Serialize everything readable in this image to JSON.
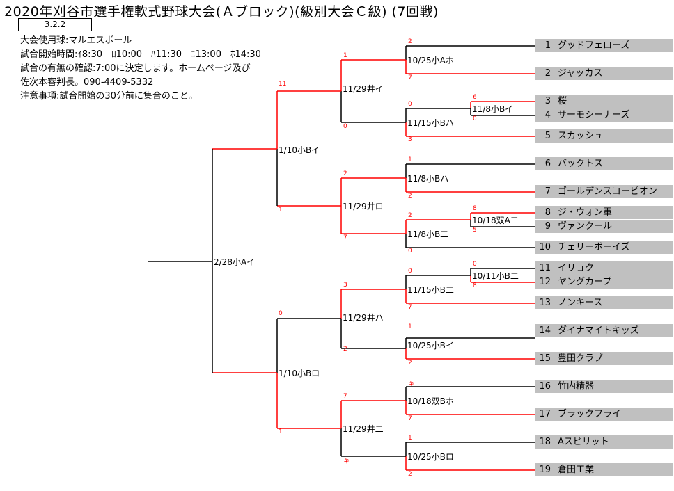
{
  "header": {
    "title": "2020年刈谷市選手権軟式野球大会(Ａブロック)(級別大会Ｃ級) (7回戦)",
    "date": "3.2.2",
    "lines": [
      "大会使用球:マルエスボール",
      "試合開始時間:ｲ8:30　ﾛ10:00　ﾊ11:30　ﾆ13:00　ﾎ14:30",
      "試合の有無の確認:7:00に決定します。ホームページ及び",
      "佐次本審判長。090-4409-5332",
      "注意事項:試合開始の30分前に集合のこと。"
    ]
  },
  "teams": [
    {
      "num": "1",
      "name": "グッドフェローズ"
    },
    {
      "num": "2",
      "name": "ジャッカス"
    },
    {
      "num": "3",
      "name": "桜"
    },
    {
      "num": "4",
      "name": "サーモシーナーズ"
    },
    {
      "num": "5",
      "name": "スカッシュ"
    },
    {
      "num": "6",
      "name": "バックトス"
    },
    {
      "num": "7",
      "name": "ゴールデンスコーピオン"
    },
    {
      "num": "8",
      "name": "ジ・ウォン軍"
    },
    {
      "num": "9",
      "name": "ヴァンクール"
    },
    {
      "num": "10",
      "name": "チェリーボーイズ"
    },
    {
      "num": "11",
      "name": "イリョク"
    },
    {
      "num": "12",
      "name": "ヤングカープ"
    },
    {
      "num": "13",
      "name": "ノンキース"
    },
    {
      "num": "14",
      "name": "ダイナマイトキッズ"
    },
    {
      "num": "15",
      "name": "豊田クラブ"
    },
    {
      "num": "16",
      "name": "竹内精器"
    },
    {
      "num": "17",
      "name": "ブラックフライ"
    },
    {
      "num": "18",
      "name": "Aスピリット"
    },
    {
      "num": "19",
      "name": "倉田工業"
    }
  ],
  "matches": {
    "m1": "10/25小Aホ",
    "m2": "11/8小Bイ",
    "m3": "11/15小Bハ",
    "m4": "11/8小Bハ",
    "m5": "10/18双A二",
    "m6": "11/8小B二",
    "m7": "10/11小B二",
    "m8": "11/15小B二",
    "m9": "10/25小Bイ",
    "m10": "10/18双Bホ",
    "m11": "10/25小Bロ",
    "q1": "11/29井イ",
    "q2": "11/29井ロ",
    "q3": "11/29井ハ",
    "q4": "11/29井二",
    "s1": "1/10小Bイ",
    "s2": "1/10小Bロ",
    "f": "2/28小Aイ"
  },
  "scores": {
    "m1_top": "2",
    "m1_bot": "7",
    "m2_top": "6",
    "m2_bot": "0",
    "m3_top": "0",
    "m3_bot": "3",
    "m4_top": "1",
    "m4_bot": "2",
    "m5_top": "8",
    "m5_bot": "5",
    "m6_top": "2",
    "m6_bot": "0",
    "m7_top": "0",
    "m7_bot": "8",
    "m8_top": "0",
    "m8_bot": "7",
    "m9_top": "1",
    "m9_bot": "2",
    "m10_top": "キ",
    "m10_bot": "7",
    "m11_top": "1",
    "m11_bot": "2",
    "q1_top": "1",
    "q1_bot": "0",
    "q2_top": "2",
    "q2_bot": "7",
    "q3_top": "3",
    "q3_bot": "2",
    "q4_top": "7",
    "q4_bot": "キ",
    "s1_top": "11",
    "s1_bot": "1",
    "s2_top": "0",
    "s2_bot": "1"
  },
  "colors": {
    "winner_line": "#ff0000",
    "line": "#000000",
    "team_bg": "#c0c0c0",
    "score": "#ff0000"
  }
}
